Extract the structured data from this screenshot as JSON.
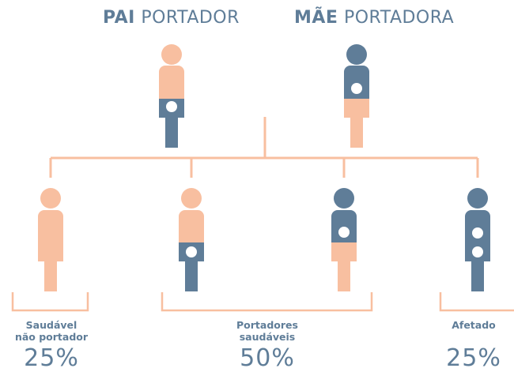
{
  "colors": {
    "peach": "#f8bfa0",
    "slate": "#5f7d98",
    "text": "#5f7d98"
  },
  "parents": {
    "father": {
      "bold": "PAI",
      "rest": " PORTADOR"
    },
    "mother": {
      "bold": "MÃE",
      "rest": " PORTADORA"
    }
  },
  "outcomes": [
    {
      "label_line1": "Saudável",
      "label_line2": "não portador",
      "percent": "25%"
    },
    {
      "label_line1": "Portadores",
      "label_line2": "saudáveis",
      "percent": "50%"
    },
    {
      "label_line1": "Afetado",
      "label_line2": "",
      "percent": "25%"
    }
  ]
}
